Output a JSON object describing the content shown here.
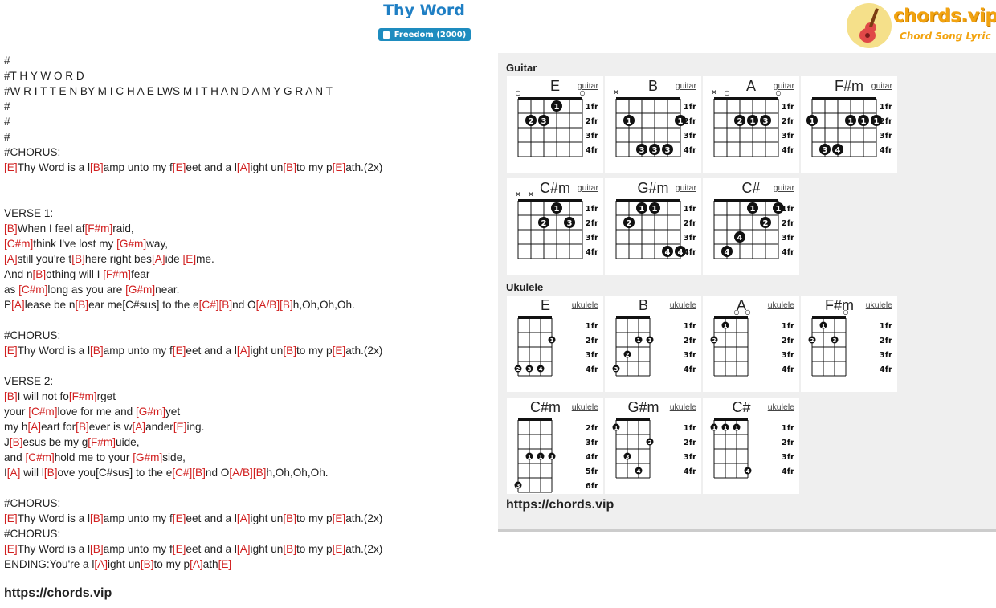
{
  "title": "Thy Word",
  "album": "Freedom (2000)",
  "logo": {
    "text": "chords.vip",
    "subtitle": "Chord Song Lyric",
    "icon": "guitar-icon"
  },
  "lyrics": [
    "#",
    "#T H Y W O R D",
    "#W R I T T E N BY M I C H A E LWS M I T H A N D A M Y G R A N T",
    "#",
    "#",
    "#",
    "#CHORUS:",
    "[E]Thy Word is a l[B]amp unto my f[E]eet and a l[A]ight un[B]to my p[E]ath.(2x)",
    "",
    "",
    "VERSE 1:",
    "[B]When I feel af[F#m]raid,",
    "[C#m]think I've lost my [G#m]way,",
    "[A]still you're t[B]here right bes[A]ide [E]me.",
    "And n[B]othing will I [F#m]fear",
    "as [C#m]long as you are [G#m]near.",
    "P[A]lease be n[B]ear me[C#sus] to the e[C#][B]nd O[A/B][B]h,Oh,Oh,Oh.",
    "",
    "#CHORUS:",
    "[E]Thy Word is a l[B]amp unto my f[E]eet and a l[A]ight un[B]to my p[E]ath.(2x)",
    "",
    "VERSE 2:",
    "[B]I will not fo[F#m]rget",
    "your [C#m]love for me and [G#m]yet",
    "my h[A]eart for[B]ever is w[A]ander[E]ing.",
    "J[B]esus be my g[F#m]uide,",
    "and [C#m]hold me to your [G#m]side,",
    "I[A] will l[B]ove you[C#sus] to the e[C#][B]nd O[A/B][B]h,Oh,Oh,Oh.",
    "",
    "#CHORUS:",
    "[E]Thy Word is a l[B]amp unto my f[E]eet and a l[A]ight un[B]to my p[E]ath.(2x)",
    "#CHORUS:",
    "[E]Thy Word is a l[B]amp unto my f[E]eet and a l[A]ight un[B]to my p[E]ath.(2x)",
    "ENDING:You're a l[A]ight un[B]to my p[A]ath[E]"
  ],
  "footer_link": "https://chords.vip",
  "panel": {
    "guitar_title": "Guitar",
    "ukulele_title": "Ukulele",
    "link": "https://chords.vip"
  },
  "guitar_chords": [
    {
      "name": "E",
      "type": "guitar",
      "frets": [
        "1fr",
        "2fr",
        "3fr",
        "4fr"
      ],
      "markers": [
        "o",
        "",
        "",
        "",
        "",
        "o"
      ],
      "dots": [
        {
          "s": 3,
          "f": 1,
          "n": "1"
        },
        {
          "s": 1,
          "f": 2,
          "n": "2"
        },
        {
          "s": 2,
          "f": 2,
          "n": "3"
        }
      ]
    },
    {
      "name": "B",
      "type": "guitar",
      "frets": [
        "1fr",
        "2fr",
        "3fr",
        "4fr"
      ],
      "markers": [
        "x",
        "",
        "",
        "",
        "",
        ""
      ],
      "dots": [
        {
          "s": 1,
          "f": 2,
          "n": "1"
        },
        {
          "s": 5,
          "f": 2,
          "n": "1"
        },
        {
          "s": 2,
          "f": 4,
          "n": "3"
        },
        {
          "s": 3,
          "f": 4,
          "n": "3"
        },
        {
          "s": 4,
          "f": 4,
          "n": "3"
        }
      ]
    },
    {
      "name": "A",
      "type": "guitar",
      "frets": [
        "1fr",
        "2fr",
        "3fr",
        "4fr"
      ],
      "markers": [
        "x",
        "o",
        "",
        "",
        "",
        "o"
      ],
      "dots": [
        {
          "s": 2,
          "f": 2,
          "n": "2"
        },
        {
          "s": 3,
          "f": 2,
          "n": "1"
        },
        {
          "s": 4,
          "f": 2,
          "n": "3"
        }
      ]
    },
    {
      "name": "F#m",
      "type": "guitar",
      "frets": [
        "1fr",
        "2fr",
        "3fr",
        "4fr"
      ],
      "markers": [
        "",
        "",
        "",
        "",
        "",
        ""
      ],
      "dots": [
        {
          "s": 0,
          "f": 2,
          "n": "1"
        },
        {
          "s": 3,
          "f": 2,
          "n": "1"
        },
        {
          "s": 4,
          "f": 2,
          "n": "1"
        },
        {
          "s": 5,
          "f": 2,
          "n": "1"
        },
        {
          "s": 1,
          "f": 4,
          "n": "3"
        },
        {
          "s": 2,
          "f": 4,
          "n": "4"
        }
      ]
    },
    {
      "name": "C#m",
      "type": "guitar",
      "frets": [
        "1fr",
        "2fr",
        "3fr",
        "4fr"
      ],
      "markers": [
        "x",
        "x",
        "",
        "",
        "",
        ""
      ],
      "dots": [
        {
          "s": 3,
          "f": 1,
          "n": "1"
        },
        {
          "s": 2,
          "f": 2,
          "n": "2"
        },
        {
          "s": 4,
          "f": 2,
          "n": "3"
        }
      ]
    },
    {
      "name": "G#m",
      "type": "guitar",
      "frets": [
        "1fr",
        "2fr",
        "3fr",
        "4fr"
      ],
      "markers": [
        "",
        "",
        "",
        "",
        "",
        ""
      ],
      "dots": [
        {
          "s": 2,
          "f": 1,
          "n": "1"
        },
        {
          "s": 3,
          "f": 1,
          "n": "1"
        },
        {
          "s": 1,
          "f": 2,
          "n": "2"
        },
        {
          "s": 4,
          "f": 4,
          "n": "4"
        },
        {
          "s": 5,
          "f": 4,
          "n": "4"
        }
      ]
    },
    {
      "name": "C#",
      "type": "guitar",
      "frets": [
        "1fr",
        "2fr",
        "3fr",
        "4fr"
      ],
      "markers": [
        "",
        "",
        "",
        "",
        "",
        ""
      ],
      "dots": [
        {
          "s": 3,
          "f": 1,
          "n": "1"
        },
        {
          "s": 5,
          "f": 1,
          "n": "1"
        },
        {
          "s": 4,
          "f": 2,
          "n": "2"
        },
        {
          "s": 2,
          "f": 3,
          "n": "4"
        },
        {
          "s": 1,
          "f": 4,
          "n": "4"
        }
      ]
    }
  ],
  "ukulele_chords": [
    {
      "name": "E",
      "type": "ukulele",
      "frets": [
        "1fr",
        "2fr",
        "3fr",
        "4fr"
      ],
      "markers": [
        "",
        "",
        "",
        ""
      ],
      "dots": [
        {
          "s": 3,
          "f": 2,
          "n": "1"
        },
        {
          "s": 0,
          "f": 4,
          "n": "2"
        },
        {
          "s": 1,
          "f": 4,
          "n": "3"
        },
        {
          "s": 2,
          "f": 4,
          "n": "4"
        }
      ]
    },
    {
      "name": "B",
      "type": "ukulele",
      "frets": [
        "1fr",
        "2fr",
        "3fr",
        "4fr"
      ],
      "markers": [
        "",
        "",
        "",
        ""
      ],
      "dots": [
        {
          "s": 2,
          "f": 2,
          "n": "1"
        },
        {
          "s": 3,
          "f": 2,
          "n": "1"
        },
        {
          "s": 1,
          "f": 3,
          "n": "2"
        },
        {
          "s": 0,
          "f": 4,
          "n": "3"
        }
      ]
    },
    {
      "name": "A",
      "type": "ukulele",
      "frets": [
        "1fr",
        "2fr",
        "3fr",
        "4fr"
      ],
      "markers": [
        "",
        "",
        "o",
        "o"
      ],
      "dots": [
        {
          "s": 1,
          "f": 1,
          "n": "1"
        },
        {
          "s": 0,
          "f": 2,
          "n": "2"
        }
      ]
    },
    {
      "name": "F#m",
      "type": "ukulele",
      "frets": [
        "1fr",
        "2fr",
        "3fr",
        "4fr"
      ],
      "markers": [
        "",
        "",
        "",
        "o"
      ],
      "dots": [
        {
          "s": 1,
          "f": 1,
          "n": "1"
        },
        {
          "s": 0,
          "f": 2,
          "n": "2"
        },
        {
          "s": 2,
          "f": 2,
          "n": "3"
        }
      ]
    },
    {
      "name": "C#m",
      "type": "ukulele",
      "frets": [
        "2fr",
        "3fr",
        "4fr",
        "5fr",
        "6fr"
      ],
      "markers": [
        "",
        "",
        "",
        ""
      ],
      "dots": [
        {
          "s": 1,
          "f": 3,
          "n": "1"
        },
        {
          "s": 2,
          "f": 3,
          "n": "1"
        },
        {
          "s": 3,
          "f": 3,
          "n": "1"
        },
        {
          "s": 0,
          "f": 5,
          "n": "3"
        }
      ]
    },
    {
      "name": "G#m",
      "type": "ukulele",
      "frets": [
        "1fr",
        "2fr",
        "3fr",
        "4fr"
      ],
      "markers": [
        "",
        "",
        "",
        ""
      ],
      "dots": [
        {
          "s": 0,
          "f": 1,
          "n": "1"
        },
        {
          "s": 3,
          "f": 2,
          "n": "2"
        },
        {
          "s": 1,
          "f": 3,
          "n": "3"
        },
        {
          "s": 2,
          "f": 4,
          "n": "4"
        }
      ]
    },
    {
      "name": "C#",
      "type": "ukulele",
      "frets": [
        "1fr",
        "2fr",
        "3fr",
        "4fr"
      ],
      "markers": [
        "",
        "",
        "",
        ""
      ],
      "dots": [
        {
          "s": 0,
          "f": 1,
          "n": "1"
        },
        {
          "s": 1,
          "f": 1,
          "n": "1"
        },
        {
          "s": 2,
          "f": 1,
          "n": "1"
        },
        {
          "s": 3,
          "f": 4,
          "n": "4"
        }
      ]
    }
  ]
}
